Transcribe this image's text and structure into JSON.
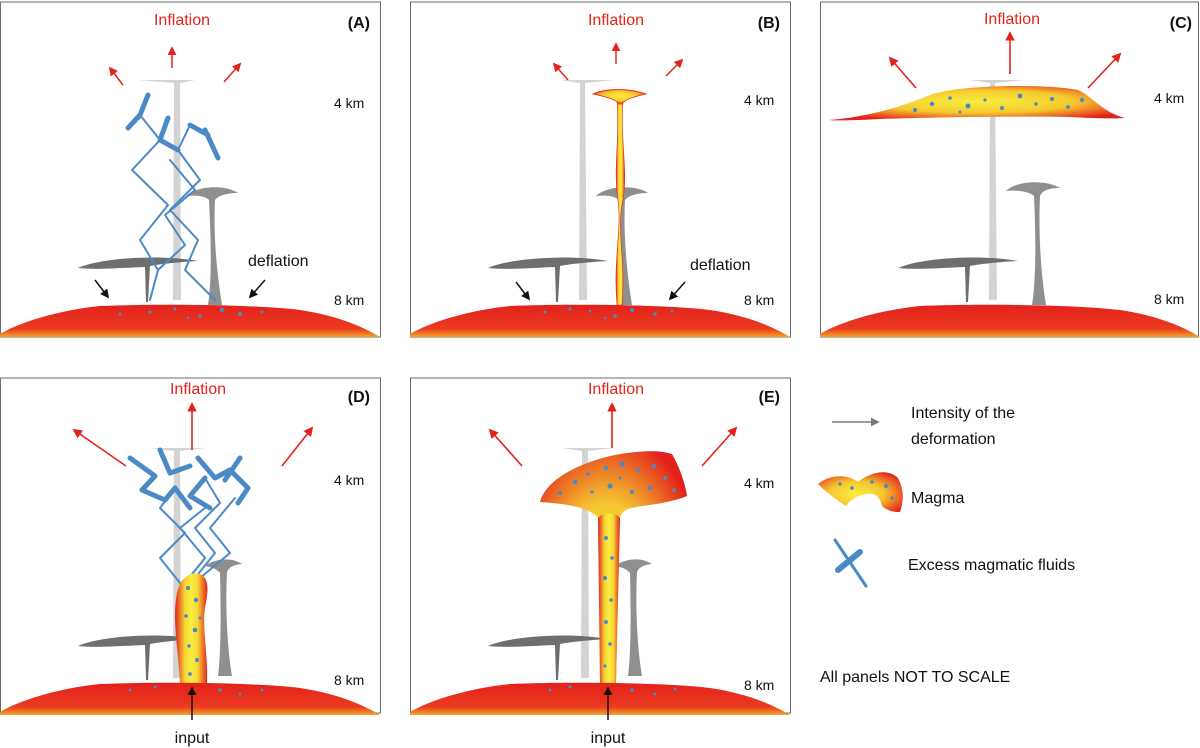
{
  "panels": [
    {
      "id": "A",
      "tag": "(A)",
      "inflation": "Inflation",
      "depth_shallow": "4 km",
      "depth_deep": "8 km",
      "deflation": "deflation"
    },
    {
      "id": "B",
      "tag": "(B)",
      "inflation": "Inflation",
      "depth_shallow": "4 km",
      "depth_deep": "8 km",
      "deflation": "deflation"
    },
    {
      "id": "C",
      "tag": "(C)",
      "inflation": "Inflation",
      "depth_shallow": "4 km",
      "depth_deep": "8 km"
    },
    {
      "id": "D",
      "tag": "(D)",
      "inflation": "Inflation",
      "depth_shallow": "4 km",
      "depth_deep": "8 km",
      "input": "input"
    },
    {
      "id": "E",
      "tag": "(E)",
      "inflation": "Inflation",
      "depth_shallow": "4 km",
      "depth_deep": "8 km",
      "input": "input"
    }
  ],
  "legend": {
    "arrow_label": "Intensity of the deformation",
    "arrow_label_line1": "Intensity of the",
    "arrow_label_line2": "deformation",
    "magma_label": "Magma",
    "fluids_label": "Excess magmatic fluids",
    "note": "All panels NOT TO SCALE"
  },
  "colors": {
    "inflation_text": "#e2231a",
    "arrow_red": "#e2231a",
    "fluid_blue": "#4a8ac6",
    "magma_red": "#e3211c",
    "magma_yellow": "#f7e83a",
    "old_intrusion_dark": "#6d6e70",
    "old_intrusion_light": "#d3d3d3",
    "frame": "#6b6b6b"
  }
}
